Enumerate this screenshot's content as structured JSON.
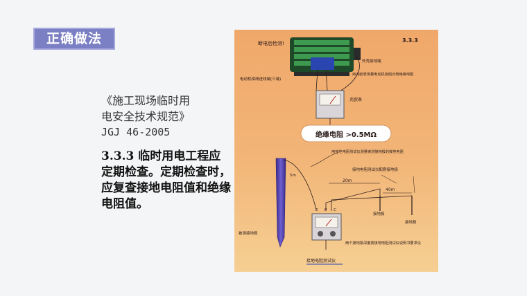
{
  "tag": {
    "label": "正确做法"
  },
  "reference": {
    "line1": "《施工现场临时用",
    "line2": "电安全技术规范》",
    "line3": "JGJ 46-2005"
  },
  "clause": {
    "text": "3.3.3 临时用电工程应定期检查。定期检查时，应复查接地电阻值和绝缘电阻值。"
  },
  "figure": {
    "number": "3.3.3",
    "title": "断电后检测!",
    "motor_ground": "外壳接地端",
    "motor_leads": "电动机相线进线端(三端)",
    "megger_note": "用兆欧表测量电动机绕组对地绝缘电阻",
    "megger": "兆欧表",
    "insulation": "绝缘电阻 >0.5MΩ",
    "tester_note": "用接地电阻测试仪测量被测接地极的接地电阻",
    "dist_5m": "5m",
    "matching_rods": "接地电阻测试仪配套接地极",
    "dist_20m": "20m",
    "dist_40m": "40m",
    "rod_left": "接地极",
    "rod_right": "接地极",
    "tested_rod": "被测接地极",
    "terminal_e": "E",
    "terminal_p": "P",
    "terminal_c": "C",
    "rod_note": "两个接地极深度按接地电阻测试仪说明书要求设",
    "tester": "接地电阻测试仪"
  },
  "colors": {
    "tag_bg": "#7b7fc4",
    "panel_top": "#f0a86a",
    "panel_bottom": "#f6cf93"
  }
}
